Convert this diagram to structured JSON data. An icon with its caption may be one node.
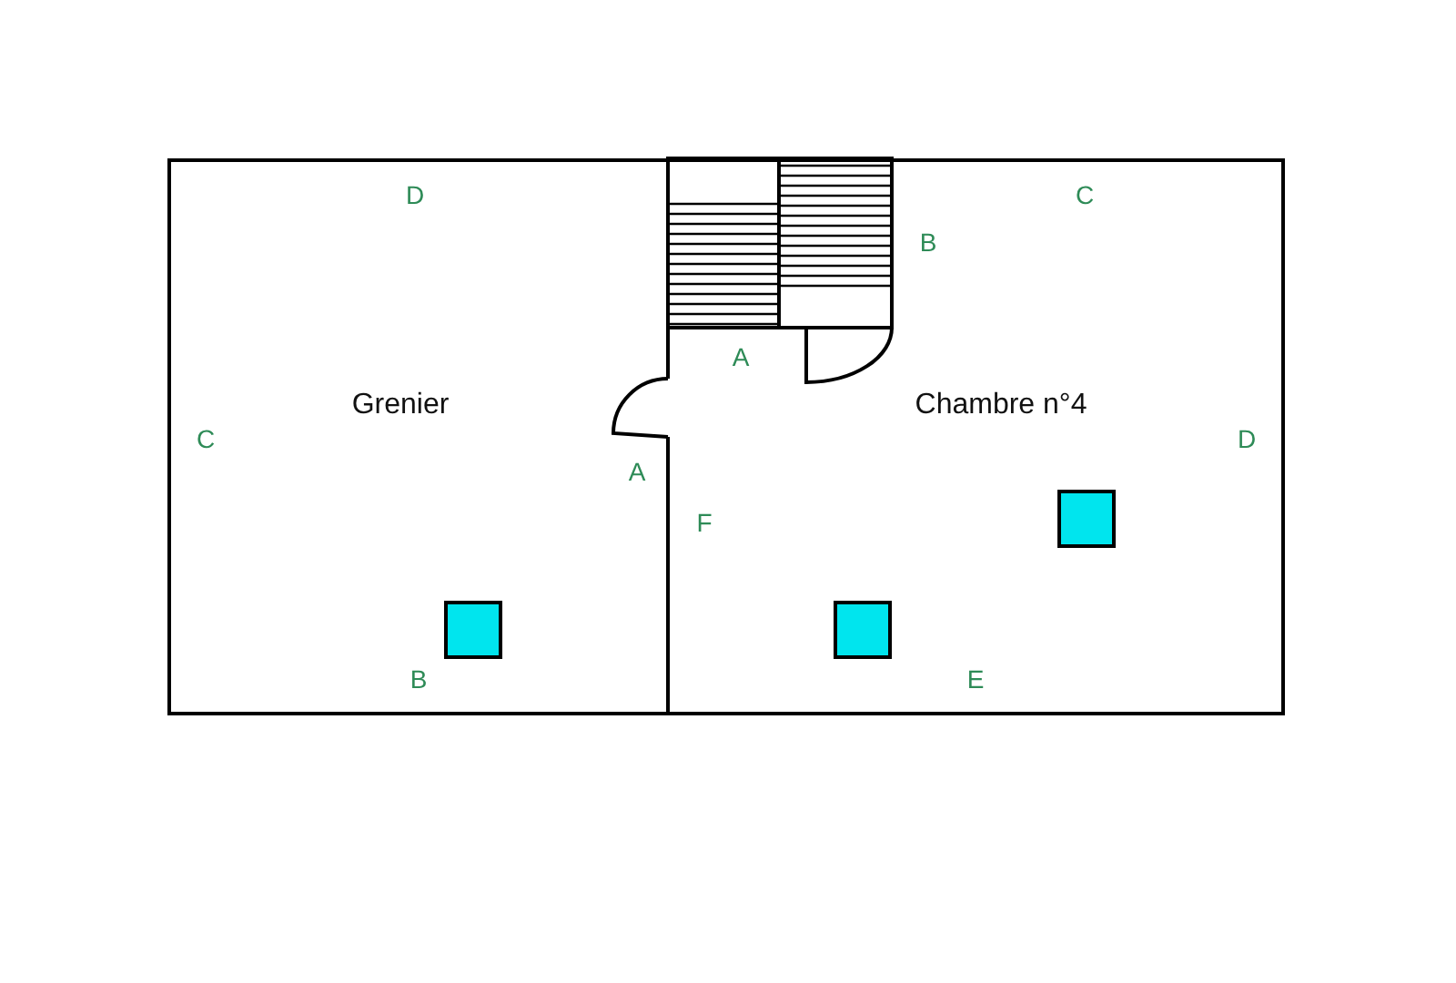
{
  "diagram": {
    "nodes": [
      {
        "text": [
          "Grenier"
        ]
      },
      {
        "text": [
          "Chambre n°4"
        ]
      }
    ],
    "labels": [
      "D",
      "C",
      "B",
      "A",
      "C",
      "D",
      "A",
      "F",
      "B",
      "E"
    ]
  }
}
